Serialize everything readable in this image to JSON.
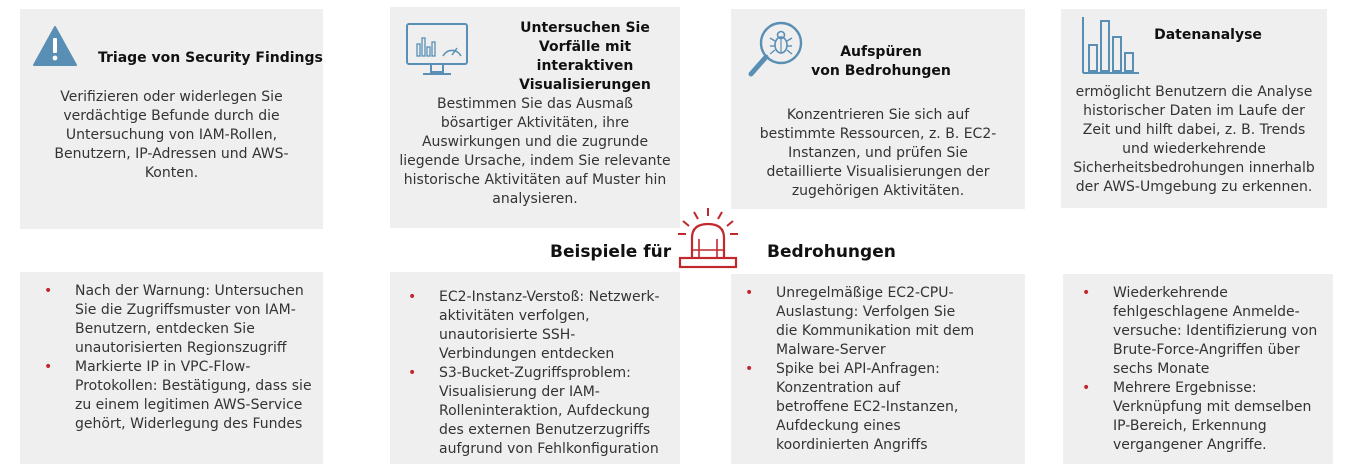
{
  "cards": [
    {
      "title": [
        "Triage von Security Findings"
      ],
      "desc": [
        "Verifizieren oder widerlegen Sie",
        "verdächtige Befunde durch die",
        "Untersuchung von IAM-Rollen,",
        "Benutzern, IP-Adressen und AWS-",
        "Konten."
      ],
      "icon": "warning-icon"
    },
    {
      "title": [
        "Untersuchen Sie",
        "Vorfälle mit",
        "interaktiven",
        "Visualisierungen"
      ],
      "desc": [
        "Bestimmen Sie das Ausmaß",
        "bösartiger Aktivitäten, ihre",
        "Auswirkungen und die zugrunde",
        "liegende Ursache, indem Sie relevante",
        "historische Aktivitäten auf Muster hin",
        "analysieren."
      ],
      "icon": "monitor-dashboard-icon"
    },
    {
      "title": [
        "Aufspüren",
        "von Bedrohungen"
      ],
      "desc": [
        "Konzentrieren Sie sich auf",
        "bestimmte Ressourcen, z. B. EC2-",
        "Instanzen, und prüfen Sie",
        "detaillierte Visualisierungen der",
        "zugehörigen Aktivitäten."
      ],
      "icon": "bug-magnifier-icon"
    },
    {
      "title": [
        "Datenanalyse"
      ],
      "desc": [
        "ermöglicht Benutzern die Analyse",
        "historischer Daten im Laufe der",
        "Zeit und hilft dabei, z. B. Trends",
        "und wiederkehrende",
        "Sicherheitsbedrohungen innerhalb",
        "der AWS-Umgebung zu erkennen."
      ],
      "icon": "bar-chart-icon"
    }
  ],
  "heading": {
    "left": "Beispiele für",
    "right": "Bedrohungen",
    "icon": "alarm-siren-icon"
  },
  "examples": [
    [
      [
        "Nach der Warnung: Untersuchen",
        "Sie die Zugriffsmuster von IAM-",
        "Benutzern, entdecken Sie",
        "unautorisierten Regionszugriff"
      ],
      [
        "Markierte IP in VPC-Flow-",
        "Protokollen: Bestätigung, dass sie",
        "zu einem legitimen AWS-Service",
        "gehört, Widerlegung des Fundes"
      ]
    ],
    [
      [
        "EC2-Instanz-Verstoß: Netzwerk-",
        "aktivitäten verfolgen,",
        "unautorisierte SSH-",
        "Verbindungen entdecken"
      ],
      [
        "S3-Bucket-Zugriffsproblem:",
        "Visualisierung der IAM-",
        "Rolleninteraktion, Aufdeckung",
        "des externen Benutzerzugriffs",
        "aufgrund von Fehlkonfiguration"
      ]
    ],
    [
      [
        "Unregelmäßige EC2-CPU-",
        "Auslastung: Verfolgen Sie",
        "die Kommunikation mit dem",
        "Malware-Server"
      ],
      [
        "Spike bei API-Anfragen:",
        "Konzentration auf",
        "betroffene EC2-Instanzen,",
        "Aufdeckung eines",
        "koordinierten Angriffs"
      ]
    ],
    [
      [
        "Wiederkehrende",
        "fehlgeschlagene Anmelde-",
        "versuche: Identifizierung von",
        "Brute-Force-Angriffen über",
        "sechs Monate"
      ],
      [
        "Mehrere Ergebnisse:",
        "Verknüpfung mit demselben",
        "IP-Bereich, Erkennung",
        "vergangener Angriffe."
      ]
    ]
  ],
  "colors": {
    "card_bg": "#efefef",
    "accent_red": "#c0282d",
    "icon_blue": "#5a8fb5"
  }
}
